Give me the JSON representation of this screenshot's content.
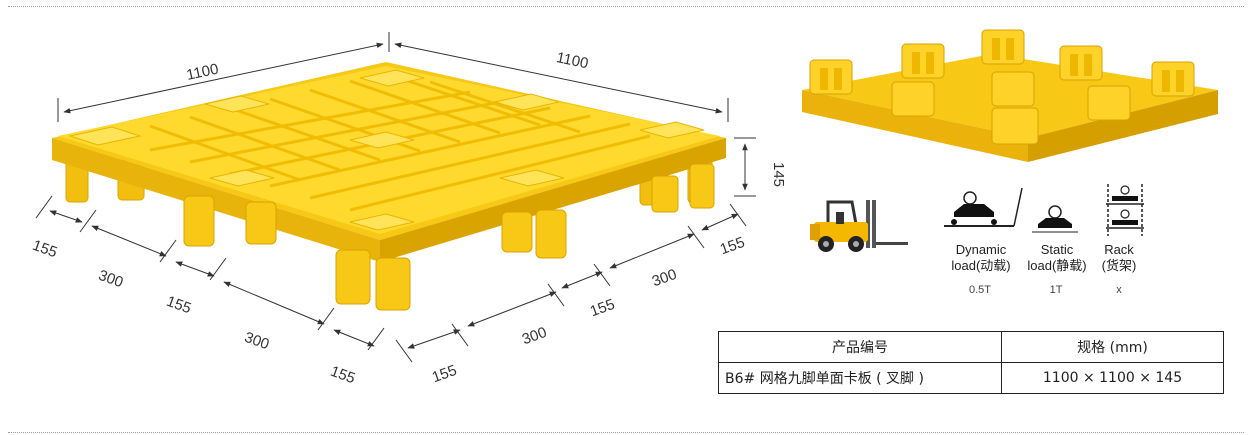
{
  "dimensions": {
    "top_left": "1100",
    "top_right": "1100",
    "height": "145",
    "left_side": [
      "155",
      "300",
      "155",
      "300",
      "155"
    ],
    "right_side": [
      "155",
      "300",
      "155",
      "300",
      "155"
    ]
  },
  "load_ratings": [
    {
      "label_line1": "Dynamic",
      "label_line2": "load(动载)",
      "value": "0.5T"
    },
    {
      "label_line1": "Static",
      "label_line2": "load(静载)",
      "value": "1T"
    },
    {
      "label_line1": "Rack",
      "label_line2": "(货架)",
      "value": "x"
    }
  ],
  "spec_table": {
    "header_product": "产品编号",
    "header_spec": "规格 (mm)",
    "row_product": "B6# 网格九脚单面卡板 ( 叉脚 )",
    "row_spec": "1100 × 1100 × 145"
  },
  "colors": {
    "pallet_top": "#ffd92e",
    "pallet_mid": "#f7c815",
    "pallet_dark": "#e0a800",
    "forklift_body": "#f5b800"
  }
}
